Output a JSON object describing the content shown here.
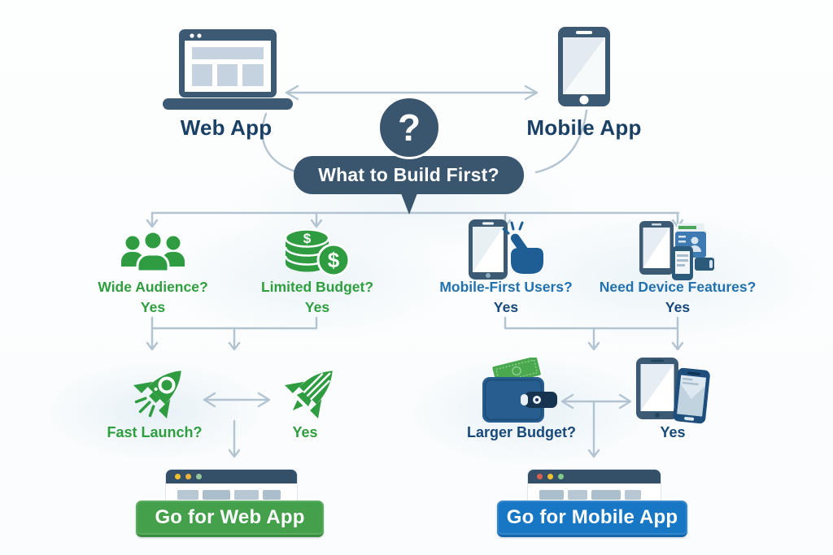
{
  "decision": {
    "question_mark": "?",
    "title": "What to Build First?"
  },
  "options": {
    "web": {
      "label": "Web App",
      "icon": "laptop-browser-icon"
    },
    "mobile": {
      "label": "Mobile App",
      "icon": "smartphone-icon"
    }
  },
  "branches": [
    {
      "question": "Wide Audience?",
      "answer": "Yes",
      "icon": "audience-people-icon",
      "color": "#2e9e3e"
    },
    {
      "question": "Limited Budget?",
      "answer": "Yes",
      "icon": "coins-dollar-icon",
      "color": "#2e9e3e"
    },
    {
      "question": "Mobile-First Users?",
      "answer": "Yes",
      "icon": "phone-tap-icon",
      "color": "#2271ae"
    },
    {
      "question": "Need Device Features?",
      "answer": "Yes",
      "icon": "device-features-icon",
      "color": "#2271ae"
    }
  ],
  "web_path": {
    "question": "Fast Launch?",
    "answer": "Yes",
    "question_icon": "rocket-window-icon",
    "answer_icon": "rocket-striped-icon"
  },
  "mobile_path": {
    "question": "Larger Budget?",
    "answer": "Yes",
    "question_icon": "wallet-money-icon",
    "answer_icon": "two-phones-icon"
  },
  "outcomes": {
    "web": {
      "label": "Go for Web App"
    },
    "mobile": {
      "label": "Go for Mobile App"
    }
  },
  "colors": {
    "green": "#2e9e3e",
    "blue": "#2271ae",
    "navy_label": "#1b4065",
    "navy_answer": "#17497b",
    "slate_icon": "#3c5a74",
    "pill_background": "#3a556e",
    "connector": "#b2c4d1",
    "web_button": "#45a04b",
    "mobile_button": "#1877c5"
  }
}
